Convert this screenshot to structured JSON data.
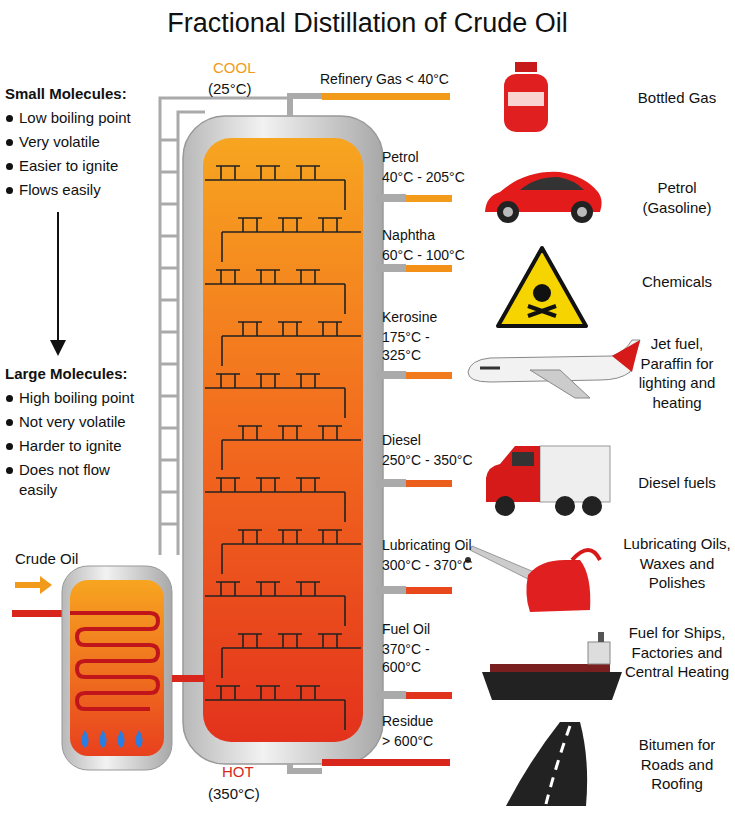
{
  "diagram": {
    "title": "Fractional Distillation of Crude Oil",
    "labels": [
      "COOL",
      "(25°C)",
      "Small Molecules:",
      "Low boiling point",
      "Very volatile",
      "Easier to ignite",
      "Flows easily",
      "Large Molecules:",
      "High boiling point",
      "Not very volatile",
      "Harder to ignite",
      "Does not flow easily",
      "Crude Oil",
      "Refinery Gas < 40°C",
      "Bottled Gas",
      "Petrol",
      "40°C - 205°C",
      "Petrol (Gasoline)",
      "Naphtha",
      "60°C - 100°C",
      "Chemicals",
      "Kerosine",
      "175°C - 325°C",
      "Jet fuel, Paraffin for lighting and heating",
      "Diesel",
      "250°C - 350°C",
      "Diesel fuels",
      "Lubricating Oil",
      "300°C - 370°C",
      "Lubricating Oils, Waxes and Polishes",
      "Fuel Oil",
      "370°C - 600°C",
      "Fuel for Ships, Factories and Central Heating",
      "Residue",
      "> 600°C",
      "Bitumen for Roads and Roofing",
      "HOT",
      "(350°C)"
    ]
  }
}
